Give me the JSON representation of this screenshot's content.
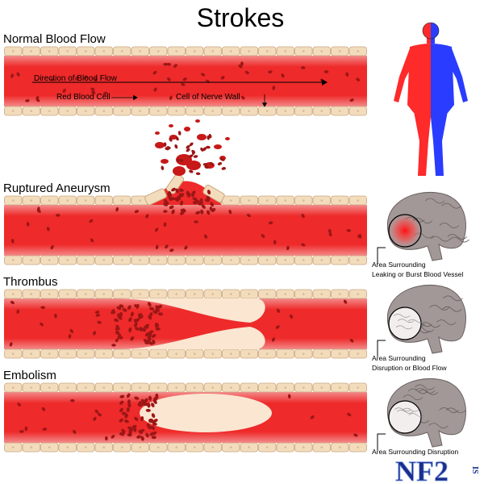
{
  "title": "Strokes",
  "panels": {
    "normal": {
      "label": "Normal Blood Flow",
      "direction_label": "Direction of Blood Flow",
      "rbc_label": "Red Blood Cell",
      "wall_label": "Cell of Nerve Wall"
    },
    "aneurysm": {
      "label": "Ruptured Aneurysm",
      "brain_caption_1": "Area Surrounding",
      "brain_caption_2": "Leaking or Burst Blood Vessel"
    },
    "thrombus": {
      "label": "Thrombus",
      "brain_caption_1": "Area Surrounding",
      "brain_caption_2": "Disruption or Blood Flow"
    },
    "embolism": {
      "label": "Embolism",
      "brain_caption_1": "Area Surrounding Disruption"
    }
  },
  "logo": {
    "text": "NF2",
    "side_letters": "IS"
  },
  "colors": {
    "blood": "#ee2a2a",
    "blood_light": "#f79a9a",
    "wall_cell": "#f3dcbc",
    "wall_outline": "#c9a880",
    "rbc": "#9c1616",
    "plaque": "#fbe6d2",
    "body_red": "#ff2a2a",
    "body_blue": "#2a3cff",
    "brain": "#a29898",
    "logo_blue": "#1a2e8a"
  }
}
